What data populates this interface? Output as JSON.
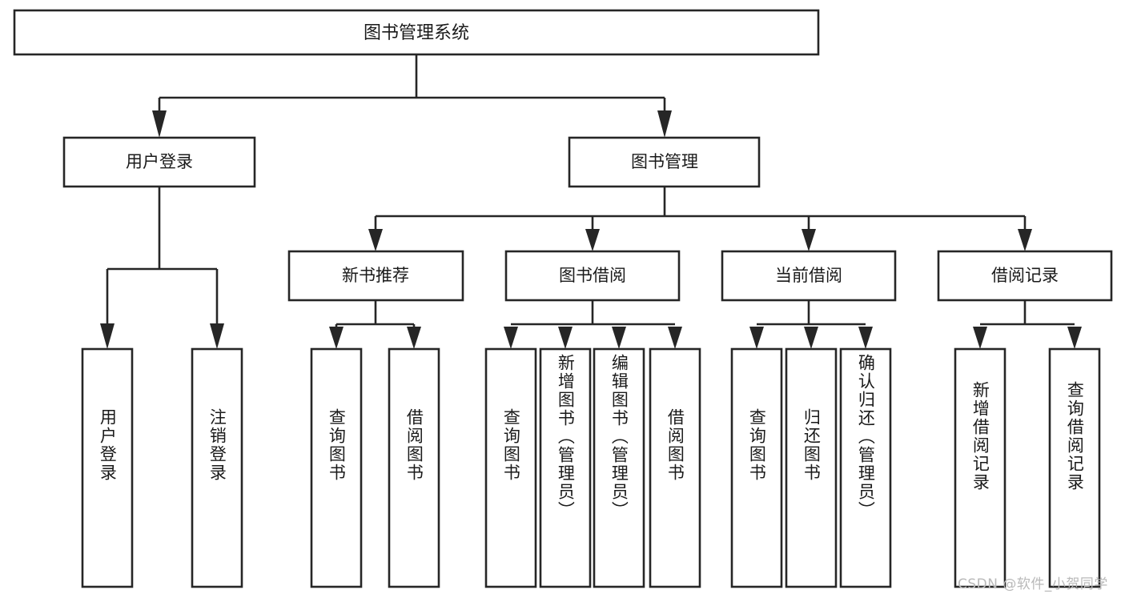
{
  "diagram": {
    "type": "tree",
    "title": "图书管理系统",
    "orientation": "top-down",
    "colors": {
      "background": "#ffffff",
      "box_fill": "#ffffff",
      "box_stroke": "#262626",
      "text": "#1a1a1a",
      "watermark": "#b9b9b9"
    },
    "root": {
      "label": "图书管理系统"
    },
    "level1": [
      {
        "label": "用户登录"
      },
      {
        "label": "图书管理"
      }
    ],
    "level2": [
      {
        "label": "新书推荐"
      },
      {
        "label": "图书借阅"
      },
      {
        "label": "当前借阅"
      },
      {
        "label": "借阅记录"
      }
    ],
    "leaves": {
      "user_login": [
        {
          "label": "用户登录"
        },
        {
          "label": "注销登录"
        }
      ],
      "new_book": [
        {
          "label": "查询图书"
        },
        {
          "label": "借阅图书"
        }
      ],
      "book_borrow": [
        {
          "label": "查询图书"
        },
        {
          "label": "新增图书（管理员）"
        },
        {
          "label": "编辑图书（管理员）"
        },
        {
          "label": "借阅图书"
        }
      ],
      "current_borrow": [
        {
          "label": "查询图书"
        },
        {
          "label": "归还图书"
        },
        {
          "label": "确认归还（管理员）"
        }
      ],
      "borrow_record": [
        {
          "label": "新增借阅记录"
        },
        {
          "label": "查询借阅记录"
        }
      ]
    }
  },
  "watermark": {
    "text": "CSDN @软件_小贺同学"
  }
}
